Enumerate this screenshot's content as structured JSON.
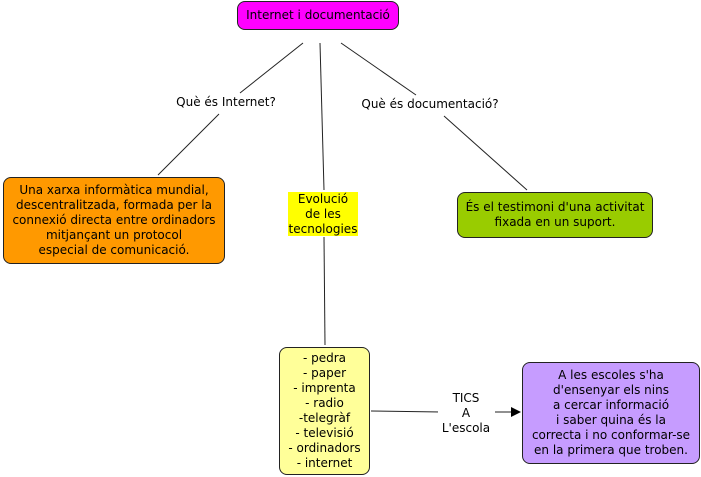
{
  "root": {
    "label": "Internet i documentació",
    "color": "#ff00ff"
  },
  "links": {
    "internet": "Què és Internet?",
    "documentation": "Què és documentació?",
    "school": [
      "TICS",
      "A",
      "L'escola"
    ]
  },
  "nodes": {
    "internet_def": {
      "lines": [
        "Una xarxa informàtica mundial,",
        "descentralitzada, formada per la",
        "connexió directa entre ordinadors",
        "mitjançant un protocol",
        "especial de comunicació."
      ],
      "color": "#ff9900"
    },
    "evolution": {
      "lines": [
        "Evolució",
        "de les",
        "tecnologies"
      ],
      "color": "#ffff00"
    },
    "documentation_def": {
      "lines": [
        "És el testimoni d'una activitat",
        "fixada en un suport."
      ],
      "color": "#99cc00"
    },
    "technologies": {
      "lines": [
        "- pedra",
        "- paper",
        "- imprenta",
        "- radio",
        "-telegràf",
        "- televisió",
        "- ordinadors",
        "- internet"
      ],
      "color": "#ffff99"
    },
    "school_def": {
      "lines": [
        "A les escoles s'ha",
        "d'ensenyar els nins",
        "a cercar informació",
        "i saber quina és la",
        "correcta i no conformar-se",
        "en la primera que troben."
      ],
      "color": "#cc99ff"
    }
  }
}
